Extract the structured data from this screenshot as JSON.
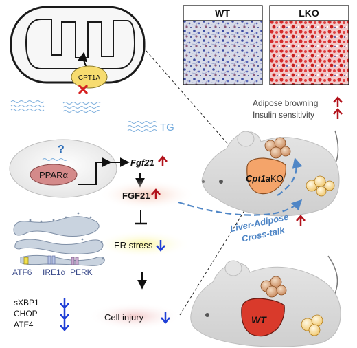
{
  "panels": {
    "wt_title": "WT",
    "lko_title": "LKO"
  },
  "mito": {
    "cpt1a_label": "CPT1A"
  },
  "lipid": {
    "tg_label": "TG"
  },
  "nucleus": {
    "question_mark": "?",
    "receptor_label": "PPARα"
  },
  "pathway": {
    "fgf21_gene": "Fgf21",
    "fgf21_protein": "FGF21",
    "er_stress": "ER stress",
    "cell_injury": "Cell injury"
  },
  "er": {
    "sensor_1": "ATF6",
    "sensor_2": "IRE1α",
    "sensor_3": "PERK"
  },
  "markers": {
    "items": [
      "sXBP1",
      "CHOP",
      "ATF4"
    ]
  },
  "outcomes": {
    "items": [
      "Adipose browning",
      "Insulin sensitivity"
    ]
  },
  "mouse_top": {
    "gene": "Cpt1a",
    "ko": "KO"
  },
  "crosstalk": {
    "line1": "Liver-Adipose",
    "line2": "Cross-talk"
  },
  "mouse_bottom": {
    "label": "WT"
  },
  "colors": {
    "up_arrow": "#b2121b",
    "down_arrow": "#1f3fd6",
    "dashed_blue": "#4f86c6",
    "tg_blue": "#6fa8dc",
    "mouse_grey": "#d9d9d9",
    "liver_ko": "#f4a46a",
    "liver_wt": "#d93a2b",
    "cpt1a_yellow": "#f7dc6f"
  }
}
